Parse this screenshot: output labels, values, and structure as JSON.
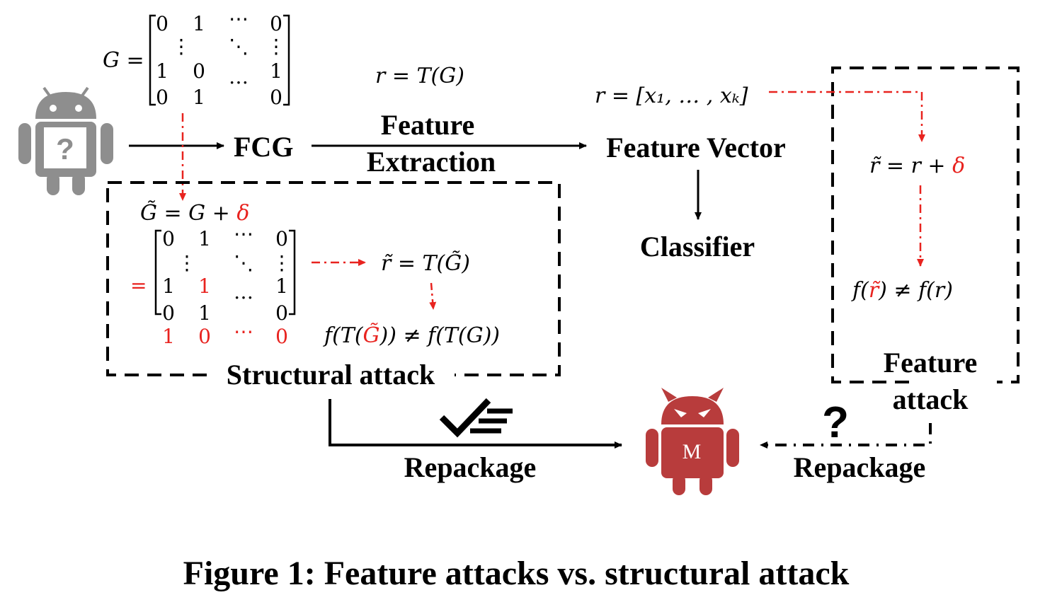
{
  "labels": {
    "fcg": "FCG",
    "feature_extraction": [
      "Feature",
      "Extraction"
    ],
    "feature_vector": "Feature Vector",
    "classifier": "Classifier",
    "structural_attack": "Structural attack",
    "feature_attack": [
      "Feature",
      "attack"
    ],
    "repackage_left": "Repackage",
    "repackage_right": "Repackage",
    "question_mark": "?",
    "unknown_app_mark": "?",
    "malware_mark": "M"
  },
  "equations": {
    "g_lhs": "G =",
    "r_eq": "r = T(G)",
    "r_vec": "r = [x₁, … , xₖ]",
    "g_tilde": "G̃ = G + ",
    "delta": "δ",
    "equals_red": "=",
    "r_tilde_t": "r̃ = T(G̃)",
    "f_struct_a": "f(T(",
    "f_struct_g": "G̃",
    "f_struct_b": ")) ≠ f(T(G))",
    "r_tilde_feat": "r̃ = r + ",
    "f_feat_a": "f(",
    "f_feat_r": "r̃",
    "f_feat_b": ") ≠ f(r)"
  },
  "matrix_g": [
    [
      "0",
      "1",
      "⋯",
      "0"
    ],
    [
      "⋮",
      "⋱",
      "⋮"
    ],
    [
      "1",
      "0",
      "…",
      "1"
    ],
    [
      "0",
      "1",
      "…",
      "0"
    ]
  ],
  "matrix_g_tilde": [
    [
      "0",
      "1",
      "⋯",
      "0"
    ],
    [
      "⋮",
      "⋱",
      "⋮"
    ],
    [
      "1",
      "1",
      "…",
      "1"
    ],
    [
      "0",
      "1",
      "…",
      "0"
    ],
    [
      "1",
      "0",
      "⋯",
      "0"
    ]
  ],
  "caption": "Figure 1: Feature attacks vs. structural attack",
  "colors": {
    "accent": "#e8231f",
    "malware_robot": "#b83c3c",
    "unknown_robot": "#8e8e8e"
  },
  "icons": [
    "android-unknown-icon",
    "android-malware-icon",
    "checkmark-list-icon",
    "question-icon"
  ]
}
